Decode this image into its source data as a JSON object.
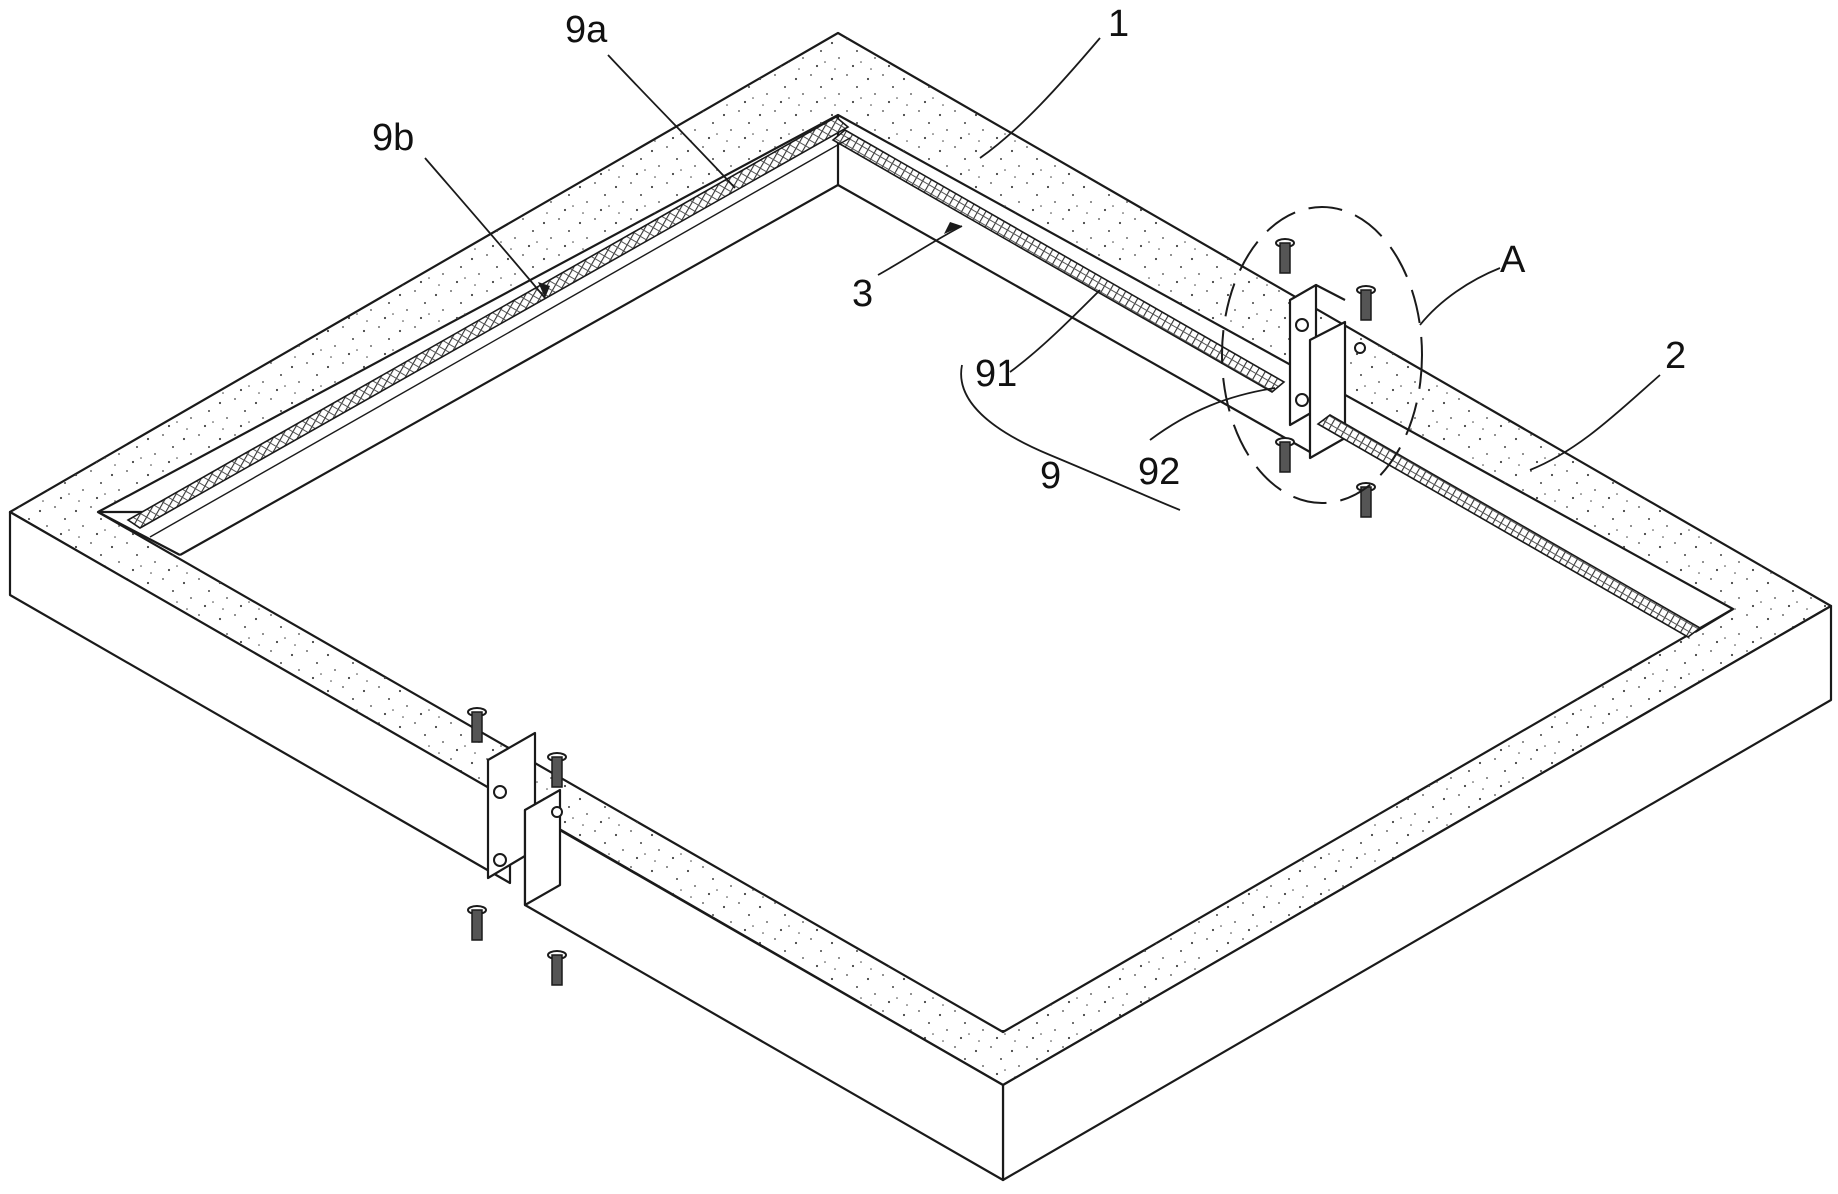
{
  "labels": {
    "frame_part_1": "1",
    "frame_part_2": "2",
    "strip_3": "3",
    "assembly_9": "9",
    "sub_9a": "9a",
    "sub_9b": "9b",
    "part_91": "91",
    "part_92": "92",
    "detail_A": "A"
  },
  "colors": {
    "line": "#1a1a1a",
    "background": "#ffffff",
    "speckle": "#444444"
  }
}
